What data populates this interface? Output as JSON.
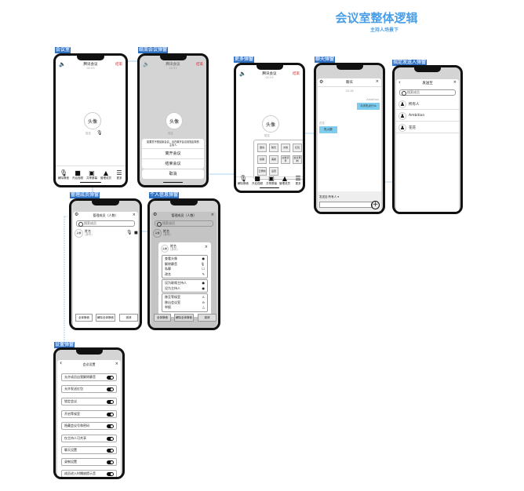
{
  "title": "会议室整体逻辑",
  "subtitle": "主持人场景下",
  "colors": {
    "accent": "#4a9ee8",
    "end_red": "#e03030",
    "chat_bubble": "#7fcdee",
    "connector": "#8ec5f0"
  },
  "labels": {
    "room": "会议室",
    "end": "结束会议弹窗",
    "more": "更多弹窗",
    "chat": "聊天弹窗",
    "recipient": "指定发送人弹窗",
    "members": "管理成员弹窗",
    "profile": "个人信息弹窗",
    "settings": "设置弹窗"
  },
  "meeting": {
    "app_title": "腾讯会议",
    "time": "02:53",
    "end": "结束",
    "avatar": "头像",
    "name": "姓名",
    "toolbar": [
      {
        "label": "解除静音",
        "icon": "mic-icon"
      },
      {
        "label": "开启视频",
        "icon": "video-icon"
      },
      {
        "label": "共享屏幕",
        "icon": "screen-share-icon"
      },
      {
        "label": "管理成员",
        "icon": "members-icon"
      },
      {
        "label": "更多",
        "icon": "menu-icon"
      }
    ]
  },
  "end_sheet": {
    "note": "如果您不想结束会议，请在离开会议前指定新的主持人",
    "leave": "离开会议",
    "end": "结束会议",
    "cancel": "取消"
  },
  "more_grid": [
    "邀请",
    "聊天",
    "文档",
    "红包",
    "投票",
    "美颜",
    "虚拟背景",
    "会议录制",
    "云录制",
    "设置"
  ],
  "chat": {
    "title": "聊天",
    "time": "20:18",
    "sender1": "Ambition",
    "msg1": "今天吃点什么",
    "sender2": "花花",
    "msg2": "吃火锅",
    "send_to": "发送至:所有人 ▾",
    "input_placeholder": ""
  },
  "recipient": {
    "title": "发送至",
    "search": "搜索成员",
    "items": [
      "所有人",
      "Ambition",
      "花花"
    ]
  },
  "members": {
    "title": "管理成员（人数）",
    "search": "搜索成员",
    "avatar": "头像",
    "name": "姓名",
    "role": "(身份)",
    "buttons": [
      "全体静音",
      "解除全体静音",
      "邀请"
    ]
  },
  "profile": {
    "name": "姓名",
    "role": "(身份)",
    "avatar": "头像",
    "group1": [
      "查看头像",
      "解除静音",
      "私聊",
      "改名"
    ],
    "group2": [
      "设为联席主持人",
      "设为主持人"
    ],
    "group3": [
      "移至等候室",
      "移出会议室",
      "举报"
    ]
  },
  "settings": {
    "title": "会议设置",
    "items": [
      "允许成员自我解除静音",
      "允许发送红包",
      "锁定会议",
      "开启等候室",
      "隐藏会议号和密码",
      "仅主持人可共享",
      "聊天设置",
      "录制设置",
      "成员进入时播放提示音"
    ]
  }
}
